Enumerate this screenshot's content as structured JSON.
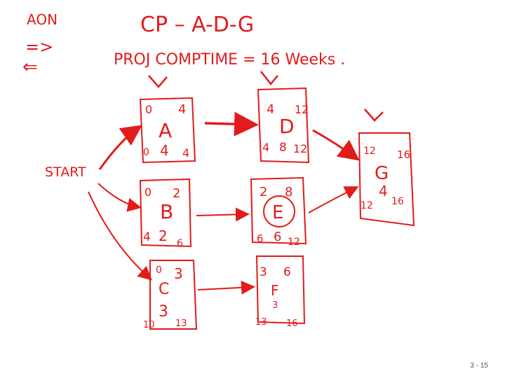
{
  "header": {
    "aon_label": "AON",
    "forward_arrow": "=>",
    "backward_arrow": "⇐",
    "critical_path": "CP – A-D-G",
    "project_time": "PROJ COMPTIME = 16 Weeks ."
  },
  "start_label": "START",
  "nodes": {
    "A": {
      "name": "A",
      "es": "0",
      "ef": "4",
      "ls": "0",
      "dur": "4",
      "lf": "4",
      "critical": true
    },
    "D": {
      "name": "D",
      "es": "4",
      "ef": "12",
      "ls": "4",
      "dur": "8",
      "lf": "12",
      "critical": true
    },
    "G": {
      "name": "G",
      "es": "12",
      "ef": "16",
      "ls": "12",
      "dur": "4",
      "lf": "16",
      "critical": true
    },
    "B": {
      "name": "B",
      "es": "0",
      "ef": "2",
      "ls": "4",
      "dur": "2",
      "lf": "6",
      "critical": false
    },
    "E": {
      "name": "E",
      "es": "2",
      "ef": "8",
      "ls": "6",
      "dur": "6",
      "lf": "12",
      "critical": false
    },
    "C": {
      "name": "C",
      "es": "0",
      "ef": "3",
      "ls": "10",
      "dur": "3",
      "lf": "13",
      "critical": false
    },
    "F": {
      "name": "F",
      "es": "3",
      "ef": "6",
      "ls": "13",
      "dur": "3",
      "lf": "16",
      "critical": false
    }
  },
  "slide_number": "3 - 15",
  "colors": {
    "ink": "#e21b1b",
    "background": "#ffffff"
  }
}
